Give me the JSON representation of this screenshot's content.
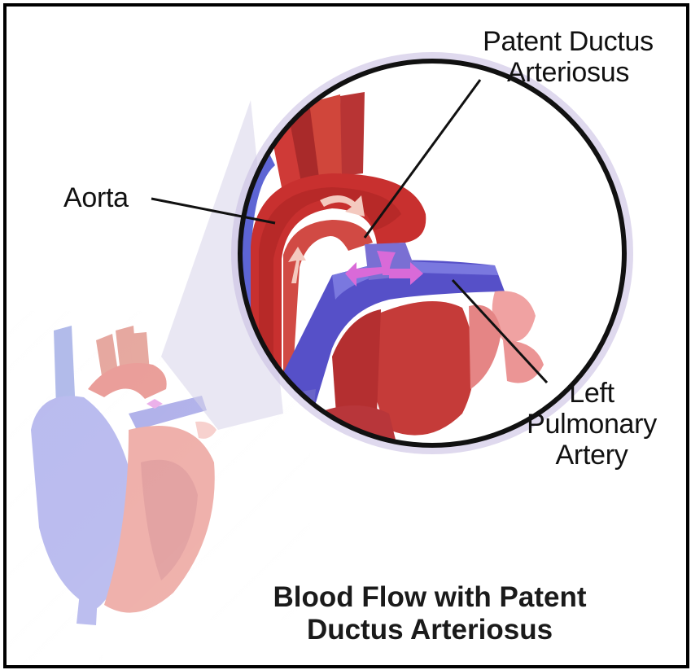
{
  "labels": {
    "pda_line1": "Patent Ductus",
    "pda_line2": "Arteriosus",
    "aorta": "Aorta",
    "lpa_line1": "Left",
    "lpa_line2": "Pulmonary",
    "lpa_line3": "Artery"
  },
  "title": {
    "line1": "Blood Flow with Patent",
    "line2": "Ductus Arteriosus"
  },
  "colors": {
    "oxygenated": "#c62d2d",
    "deoxygenated": "#5b5ad0",
    "shunt_arrow": "#d96ad8",
    "magnifier_ring": "#111111",
    "background": "#ffffff"
  }
}
